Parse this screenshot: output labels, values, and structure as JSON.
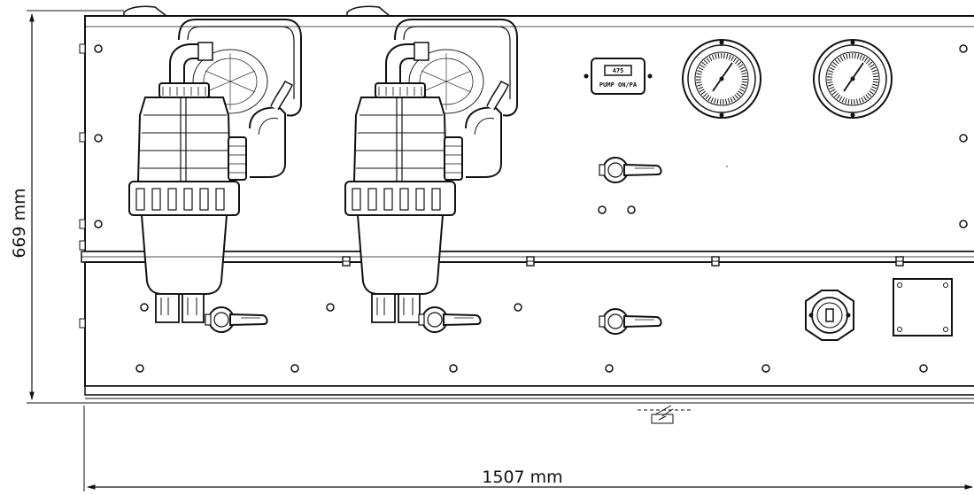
{
  "dimensions": {
    "height_label": "669 mm",
    "width_label": "1507 mm"
  },
  "panel": {
    "badge_top": "475",
    "badge_bottom": "PUMP ON/PA"
  },
  "counts": {
    "pump_filters": 2,
    "pressure_gauges": 2,
    "ball_valves": 4
  }
}
